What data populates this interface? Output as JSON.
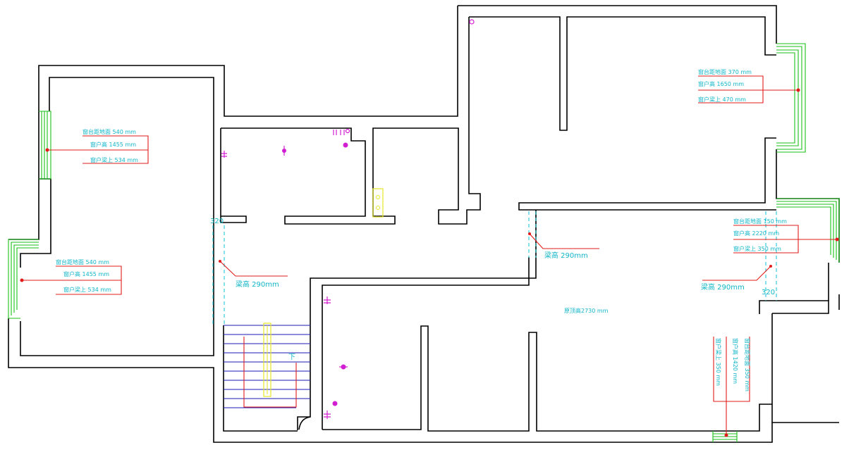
{
  "labels": {
    "beam_left": "梁高 290mm",
    "beam_mid": "梁高 290mm",
    "beam_right": "梁高 290mm",
    "dim_left": "320",
    "dim_right": "320",
    "ceiling": "原顶高2730 mm",
    "stair_down": "下"
  },
  "windows": {
    "top_right": [
      "窗台距地面 370 mm",
      "窗户高 1650 mm",
      "窗户梁上 470 mm"
    ],
    "left_upper": [
      "窗台距地面 540 mm",
      "窗户高 1455 mm",
      "窗户梁上 534 mm"
    ],
    "left_lower": [
      "窗台距地面 540 mm",
      "窗户高 1455 mm",
      "窗户梁上 534 mm"
    ],
    "right_mid": [
      "窗台距地面 150 mm",
      "窗户高 2220 mm",
      "窗户梁上 350 mm"
    ],
    "bottom_vertical": [
      "窗户梁上 350 mm",
      "窗户高 1420 mm",
      "窗台距地面 350 mm"
    ]
  },
  "colors": {
    "wall": "#000000",
    "window": "#19c219",
    "label": "#10b6c8",
    "leader": "#e21b1b",
    "fixture": "#d21ed2",
    "stair": "#1a1ab4",
    "column": "#e6e62a"
  }
}
